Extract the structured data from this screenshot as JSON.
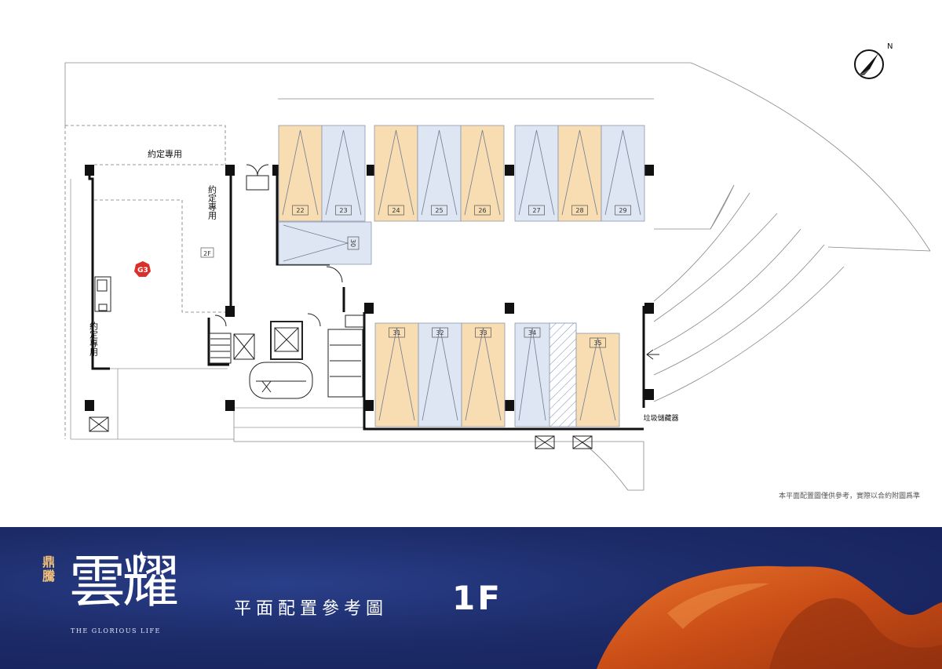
{
  "labels": {
    "shared_top": "約定專用",
    "shared_right": "約定專用",
    "shared_left": "約定專用",
    "unit": "G3",
    "dim": "2F",
    "trash": "垃圾儲藏器",
    "north": "N"
  },
  "parking": [
    {
      "id": "22",
      "color": "orange"
    },
    {
      "id": "23",
      "color": "blue"
    },
    {
      "id": "24",
      "color": "orange"
    },
    {
      "id": "25",
      "color": "blue"
    },
    {
      "id": "26",
      "color": "orange"
    },
    {
      "id": "27",
      "color": "blue"
    },
    {
      "id": "28",
      "color": "orange"
    },
    {
      "id": "29",
      "color": "blue"
    },
    {
      "id": "30",
      "color": "blue"
    },
    {
      "id": "31",
      "color": "orange"
    },
    {
      "id": "32",
      "color": "blue"
    },
    {
      "id": "33",
      "color": "orange"
    },
    {
      "id": "34",
      "color": "blue"
    },
    {
      "id": "35",
      "color": "orange"
    }
  ],
  "colors": {
    "orange": "#f8dcb2",
    "blue": "#dde6f2",
    "unit_badge": "#d9302c",
    "banner": "#1d2c6a",
    "brand_gold": "#f3c27a",
    "rock": "#d0551c"
  },
  "disclaimer": "本平面配置圖僅供參考，實際以合約附圖爲準",
  "banner": {
    "brand_small": "鼎騰",
    "brand_big": "雲耀",
    "brand_en": "THE GLORIOUS LIFE",
    "title": "平面配置參考圖",
    "floor": "1F"
  }
}
